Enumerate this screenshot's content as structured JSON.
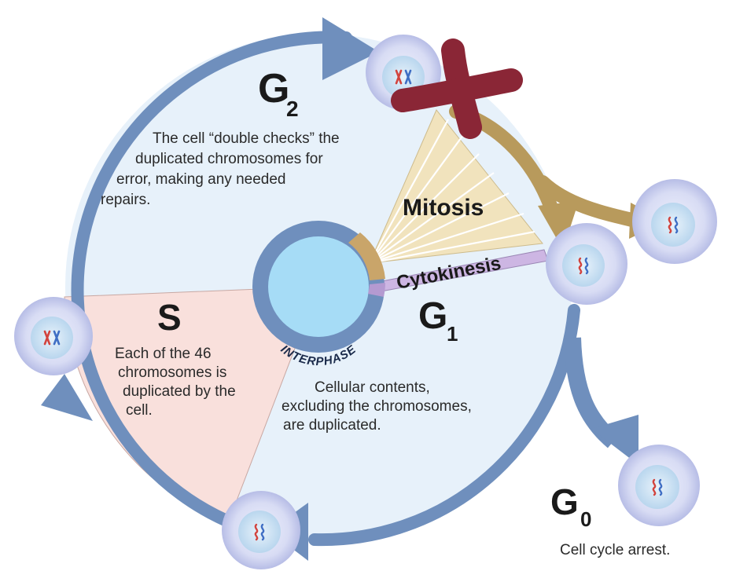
{
  "diagram": {
    "phases": {
      "g2": {
        "letter": "G",
        "sub": "2",
        "desc_lines": [
          "The cell “double checks” the",
          "duplicated chromosomes for",
          "error, making any needed",
          "repairs."
        ]
      },
      "s": {
        "letter": "S",
        "desc_lines": [
          "Each of the 46",
          "chromosomes is",
          "duplicated by the",
          "cell."
        ]
      },
      "g1": {
        "letter": "G",
        "sub": "1",
        "desc_lines": [
          "Cellular contents,",
          "excluding the chromosomes,",
          "are duplicated."
        ]
      },
      "g0": {
        "letter": "G",
        "sub": "0",
        "desc": "Cell cycle arrest."
      }
    },
    "mitosis_label": "Mitosis",
    "cytokinesis_label": "Cytokinesis",
    "interphase_label": "INTERPHASE",
    "colors": {
      "ring": "#6f8fbd",
      "wheel_fill": "#e7f1fa",
      "s_sector": "#f9e0dc",
      "mitosis_fan": "#f1e3bd",
      "mitosis_arrow": "#b89a5c",
      "cytokinesis_band": "#cdb6e3",
      "checkpoint_x": "#8a2636",
      "hub": "#a6dcf6",
      "cell": "#d8dcf4",
      "chrom_red": "#d2443e",
      "chrom_blue": "#3f6ec4"
    }
  }
}
